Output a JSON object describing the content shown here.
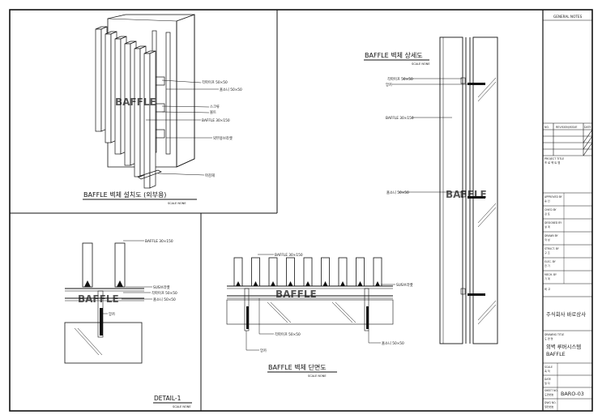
{
  "sheet": {
    "general_notes": "GENERAL NOTES",
    "rev_table": {
      "no": "NO.",
      "revision": "REVISION/ISSUE",
      "date": "DATE"
    },
    "project_title_label": "PROJECT TITLE",
    "project_title_kr": "프 로 젝 트 명",
    "approved_by": "APPROVED BY",
    "approved_by_kr": "승 인",
    "checked_by": "CHK'D BY",
    "checked_by_kr": "검 토",
    "designed_by": "DESIGNED BY",
    "designed_by_kr": "설 계",
    "drawn_by": "DRAWN BY",
    "drawn_by_kr": "작 성",
    "struct_by": "STRUCT. BY",
    "struct_by_kr": "구 조",
    "elec_by": "ELEC. BY",
    "elec_by_kr": "전 기",
    "mech_by": "MECH. BY",
    "mech_by_kr": "기 계",
    "remarks_kr": "비 고",
    "company": "주식회사 바로상사",
    "drawing_title_label": "DRAWING TITLE",
    "drawing_title_kr": "도 면 명",
    "drawing_title_1": "외벽 루버시스템",
    "drawing_title_2": "BAFFLE",
    "scale_label": "SCALE",
    "scale_kr": "축 척",
    "date_label": "DATE",
    "date_kr": "일 자",
    "sheet_no_label": "SHEET NO.",
    "sheet_no_kr": "도면번호",
    "sheet_no": "BARO-03",
    "dwg_no_label": "DWG NO.",
    "dwg_no_kr": "일련번호"
  },
  "views": {
    "iso": {
      "title": "BAFFLE 벽체 설치도 (외부용)",
      "scale": "SCALE NONE",
      "watermark": "BAFFLE",
      "labels": [
        "각파이프 50×50",
        "홈소니 50×50",
        "스크류",
        "볼트",
        "BAFFLE 30×150",
        "외부용브라켓",
        "마감재"
      ]
    },
    "section_detail": {
      "title": "BAFFLE 벽체 상세도",
      "scale": "SCALE NONE",
      "watermark": "BAFFLE",
      "labels": [
        "각파이프 50×50",
        "앙카",
        "BAFFLE 30×150",
        "홈소니 50×50"
      ]
    },
    "detail1": {
      "title": "DETAIL-1",
      "scale": "SCALE NONE",
      "watermark": "BAFFLE",
      "labels": [
        "BAFFLE 30×150",
        "SUS브라켓",
        "각파이프 50×50",
        "홈소니 50×50",
        "앙카"
      ]
    },
    "cross_section": {
      "title": "BAFFLE 벽체 단면도",
      "scale": "SCALE NONE",
      "watermark": "BAFFLE",
      "labels": [
        "BAFFLE 30×150",
        "SUS브라켓",
        "각파이프 50×50",
        "앙카",
        "홈소니 50×50"
      ]
    }
  }
}
